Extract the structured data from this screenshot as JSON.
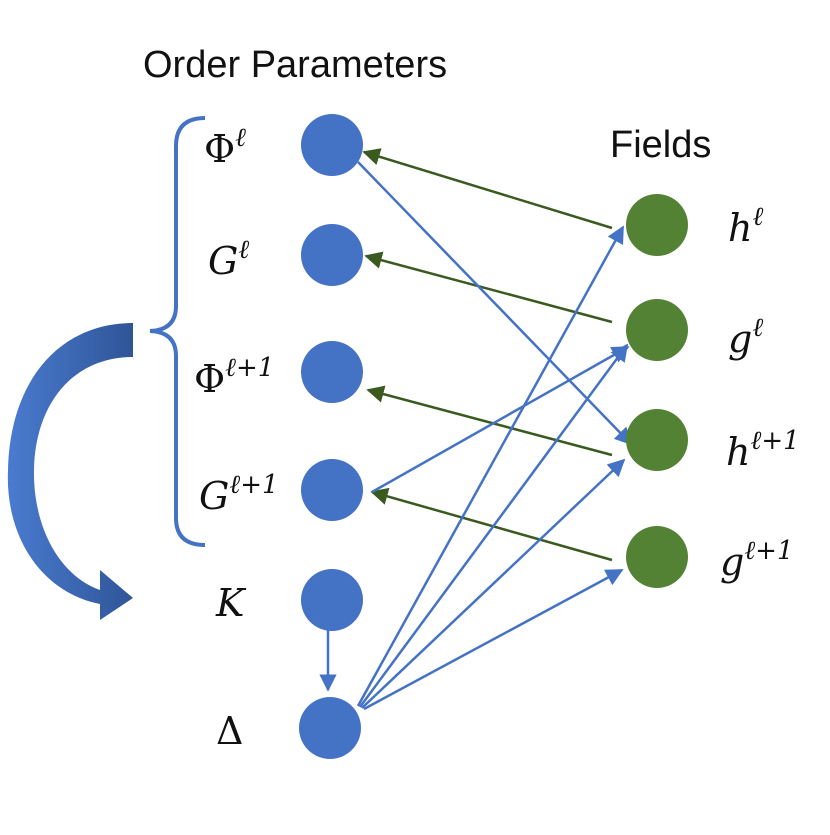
{
  "headings": {
    "order_parameters": "Order Parameters",
    "fields": "Fields"
  },
  "order_parameters": [
    {
      "id": "phi_l",
      "base": "Φ",
      "sup": "ℓ"
    },
    {
      "id": "G_l",
      "base": "G",
      "sup": "ℓ"
    },
    {
      "id": "phi_l1",
      "base": "Φ",
      "sup": "ℓ+1"
    },
    {
      "id": "G_l1",
      "base": "G",
      "sup": "ℓ+1"
    },
    {
      "id": "K",
      "base": "K",
      "sup": ""
    },
    {
      "id": "Delta",
      "base": "Δ",
      "sup": ""
    }
  ],
  "fields": [
    {
      "id": "h_l",
      "base": "h",
      "sup": "ℓ"
    },
    {
      "id": "g_l",
      "base": "g",
      "sup": "ℓ"
    },
    {
      "id": "h_l1",
      "base": "h",
      "sup": "ℓ+1"
    },
    {
      "id": "g_l1",
      "base": "g",
      "sup": "ℓ+1"
    }
  ],
  "colors": {
    "order_node": "#4472c4",
    "field_node": "#548235",
    "blue_edge": "#4472c4",
    "green_edge": "#3a5a20",
    "bracket": "#4472c4",
    "curved_arrow_dark": "#2f5597",
    "curved_arrow_light": "#4472c4"
  }
}
